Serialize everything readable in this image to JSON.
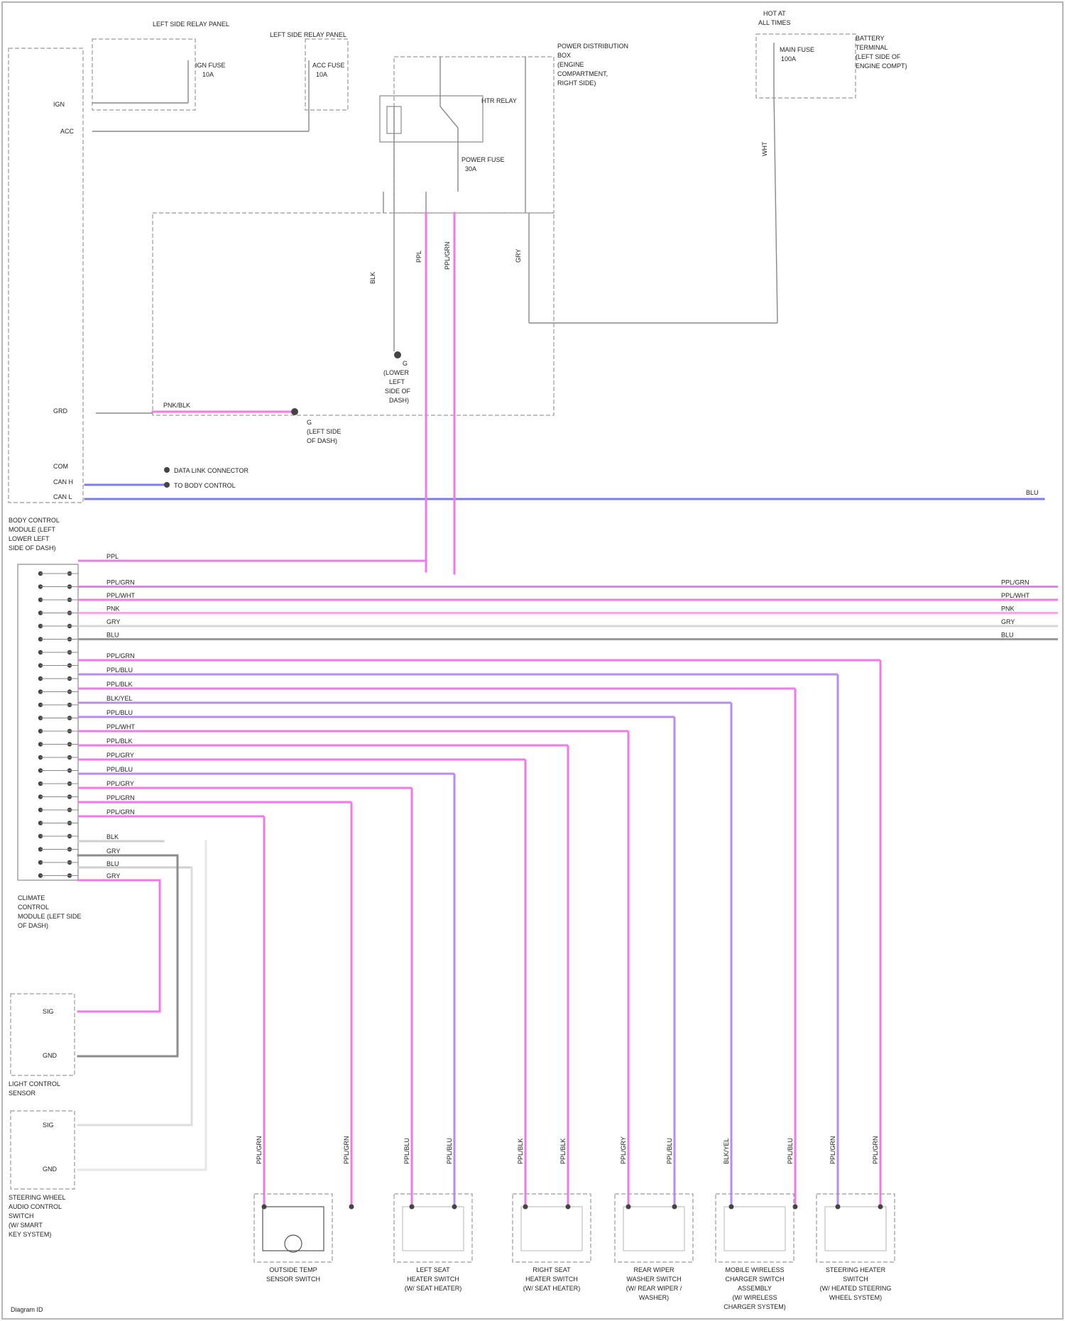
{
  "colors": {
    "pink": "#f07ae8",
    "violet": "#b88cf2",
    "purple": "#9b6cf2",
    "blue": "#7a7cf2",
    "gray": "#8c8c8c",
    "black": "#333333",
    "box": "#9a9a9a"
  },
  "relays": {
    "left_relay_title": "LEFT SIDE RELAY PANEL",
    "right_relay_title": "LEFT SIDE RELAY PANEL",
    "fuse_a": [
      "IGN FUSE",
      "10A"
    ],
    "fuse_b": [
      "ACC FUSE",
      "10A"
    ],
    "fuse_c": [
      "POWER FUSE",
      "30A"
    ],
    "relay_label": "HTR RELAY",
    "power_dist_title": [
      "POWER DISTRIBUTION",
      "BOX",
      "(ENGINE",
      "COMPARTMENT,",
      "RIGHT SIDE)"
    ],
    "hot_at_all_times": [
      "HOT AT",
      "ALL TIMES"
    ],
    "battery_fuse": [
      "MAIN FUSE",
      "100A"
    ],
    "battery_title": [
      "BATTERY",
      "TERMINAL",
      "(LEFT SIDE OF",
      "ENGINE COMPT)"
    ]
  },
  "left_pins": {
    "ign": "IGN",
    "acc": "ACC",
    "grd": "GRD",
    "com": "COM",
    "can_h": "CAN H",
    "can_l": "CAN L"
  },
  "ground_labels": {
    "g1": [
      "G",
      "(LOWER",
      "LEFT",
      "SIDE OF",
      "DASH)"
    ],
    "g2": [
      "G",
      "(LEFT SIDE",
      "OF DASH)"
    ]
  },
  "can_labels": [
    "DATA LINK CONNECTOR",
    "TO BODY CONTROL"
  ],
  "module_titles": {
    "body": [
      "BODY CONTROL",
      "MODULE (LEFT",
      "LOWER LEFT",
      "SIDE OF DASH)"
    ],
    "climate": [
      "CLIMATE",
      "CONTROL",
      "MODULE (LEFT SIDE",
      "OF DASH)"
    ]
  },
  "bus_wires": [
    {
      "label": "PPL",
      "right": ""
    },
    {
      "label": "PPL/GRN",
      "right": "PPL/GRN"
    },
    {
      "label": "PPL/WHT",
      "right": "PPL/WHT"
    },
    {
      "label": "PNK",
      "right": "PNK"
    },
    {
      "label": "GRY",
      "right": "GRY"
    },
    {
      "label": "BLU",
      "right": "BLU"
    }
  ],
  "branch_wires": [
    "PPL/GRN",
    "PPL/BLU",
    "PPL/BLK",
    "BLK/YEL",
    "PPL/BLU",
    "PPL/WHT",
    "PPL/BLK",
    "PPL/GRY",
    "PPL/BLU",
    "PPL/GRY",
    "PPL/GRN",
    "PPL/GRN"
  ],
  "misc_wires": [
    "BLK",
    "GRY",
    "BLU",
    "GRY"
  ],
  "sensor_labels": {
    "light_sensor": [
      "LIGHT CONTROL",
      "SENSOR"
    ],
    "brake_switch": [
      "STEERING WHEEL",
      "AUDIO CONTROL",
      "SWITCH",
      "(W/ SMART",
      "KEY SYSTEM)"
    ],
    "light_pins": [
      "SIG",
      "GND"
    ],
    "brake_pins": [
      "SIG",
      "GND"
    ]
  },
  "bottom_components": [
    {
      "title": [
        "OUTSIDE TEMP",
        "SENSOR SWITCH"
      ],
      "wires": [
        "PPL/GRN",
        "PPL/GRN"
      ]
    },
    {
      "title": [
        "LEFT SEAT",
        "HEATER SWITCH",
        "(W/ SEAT HEATER)"
      ],
      "wires": [
        "PPL/BLU",
        "PPL/BLU"
      ]
    },
    {
      "title": [
        "RIGHT SEAT",
        "HEATER SWITCH",
        "(W/ SEAT HEATER)"
      ],
      "wires": [
        "PPL/BLK",
        "PPL/BLK"
      ]
    },
    {
      "title": [
        "REAR WIPER",
        "WASHER SWITCH",
        "(W/ REAR WIPER /",
        "WASHER)"
      ],
      "wires": [
        "PPL/GRY",
        "PPL/BLU"
      ]
    },
    {
      "title": [
        "MOBILE WIRELESS",
        "CHARGER SWITCH",
        "ASSEMBLY",
        "(W/ WIRELESS",
        "CHARGER SYSTEM)"
      ],
      "wires": [
        "BLK/YEL",
        "PPL/BLU"
      ]
    },
    {
      "title": [
        "STEERING HEATER",
        "SWITCH",
        "(W/ HEATED STEERING",
        "WHEEL SYSTEM)"
      ],
      "wires": [
        "PPL/GRN",
        "PPL/GRN"
      ]
    }
  ],
  "side_wire_labels": {
    "vertical_a": "GRY",
    "vertical_b": "PNK/BLK",
    "vertical_c": "PPL",
    "vertical_d": "PPL/GRN",
    "vertical_e": "BLK",
    "vertical_f": "WHT"
  },
  "footer": "Diagram ID"
}
